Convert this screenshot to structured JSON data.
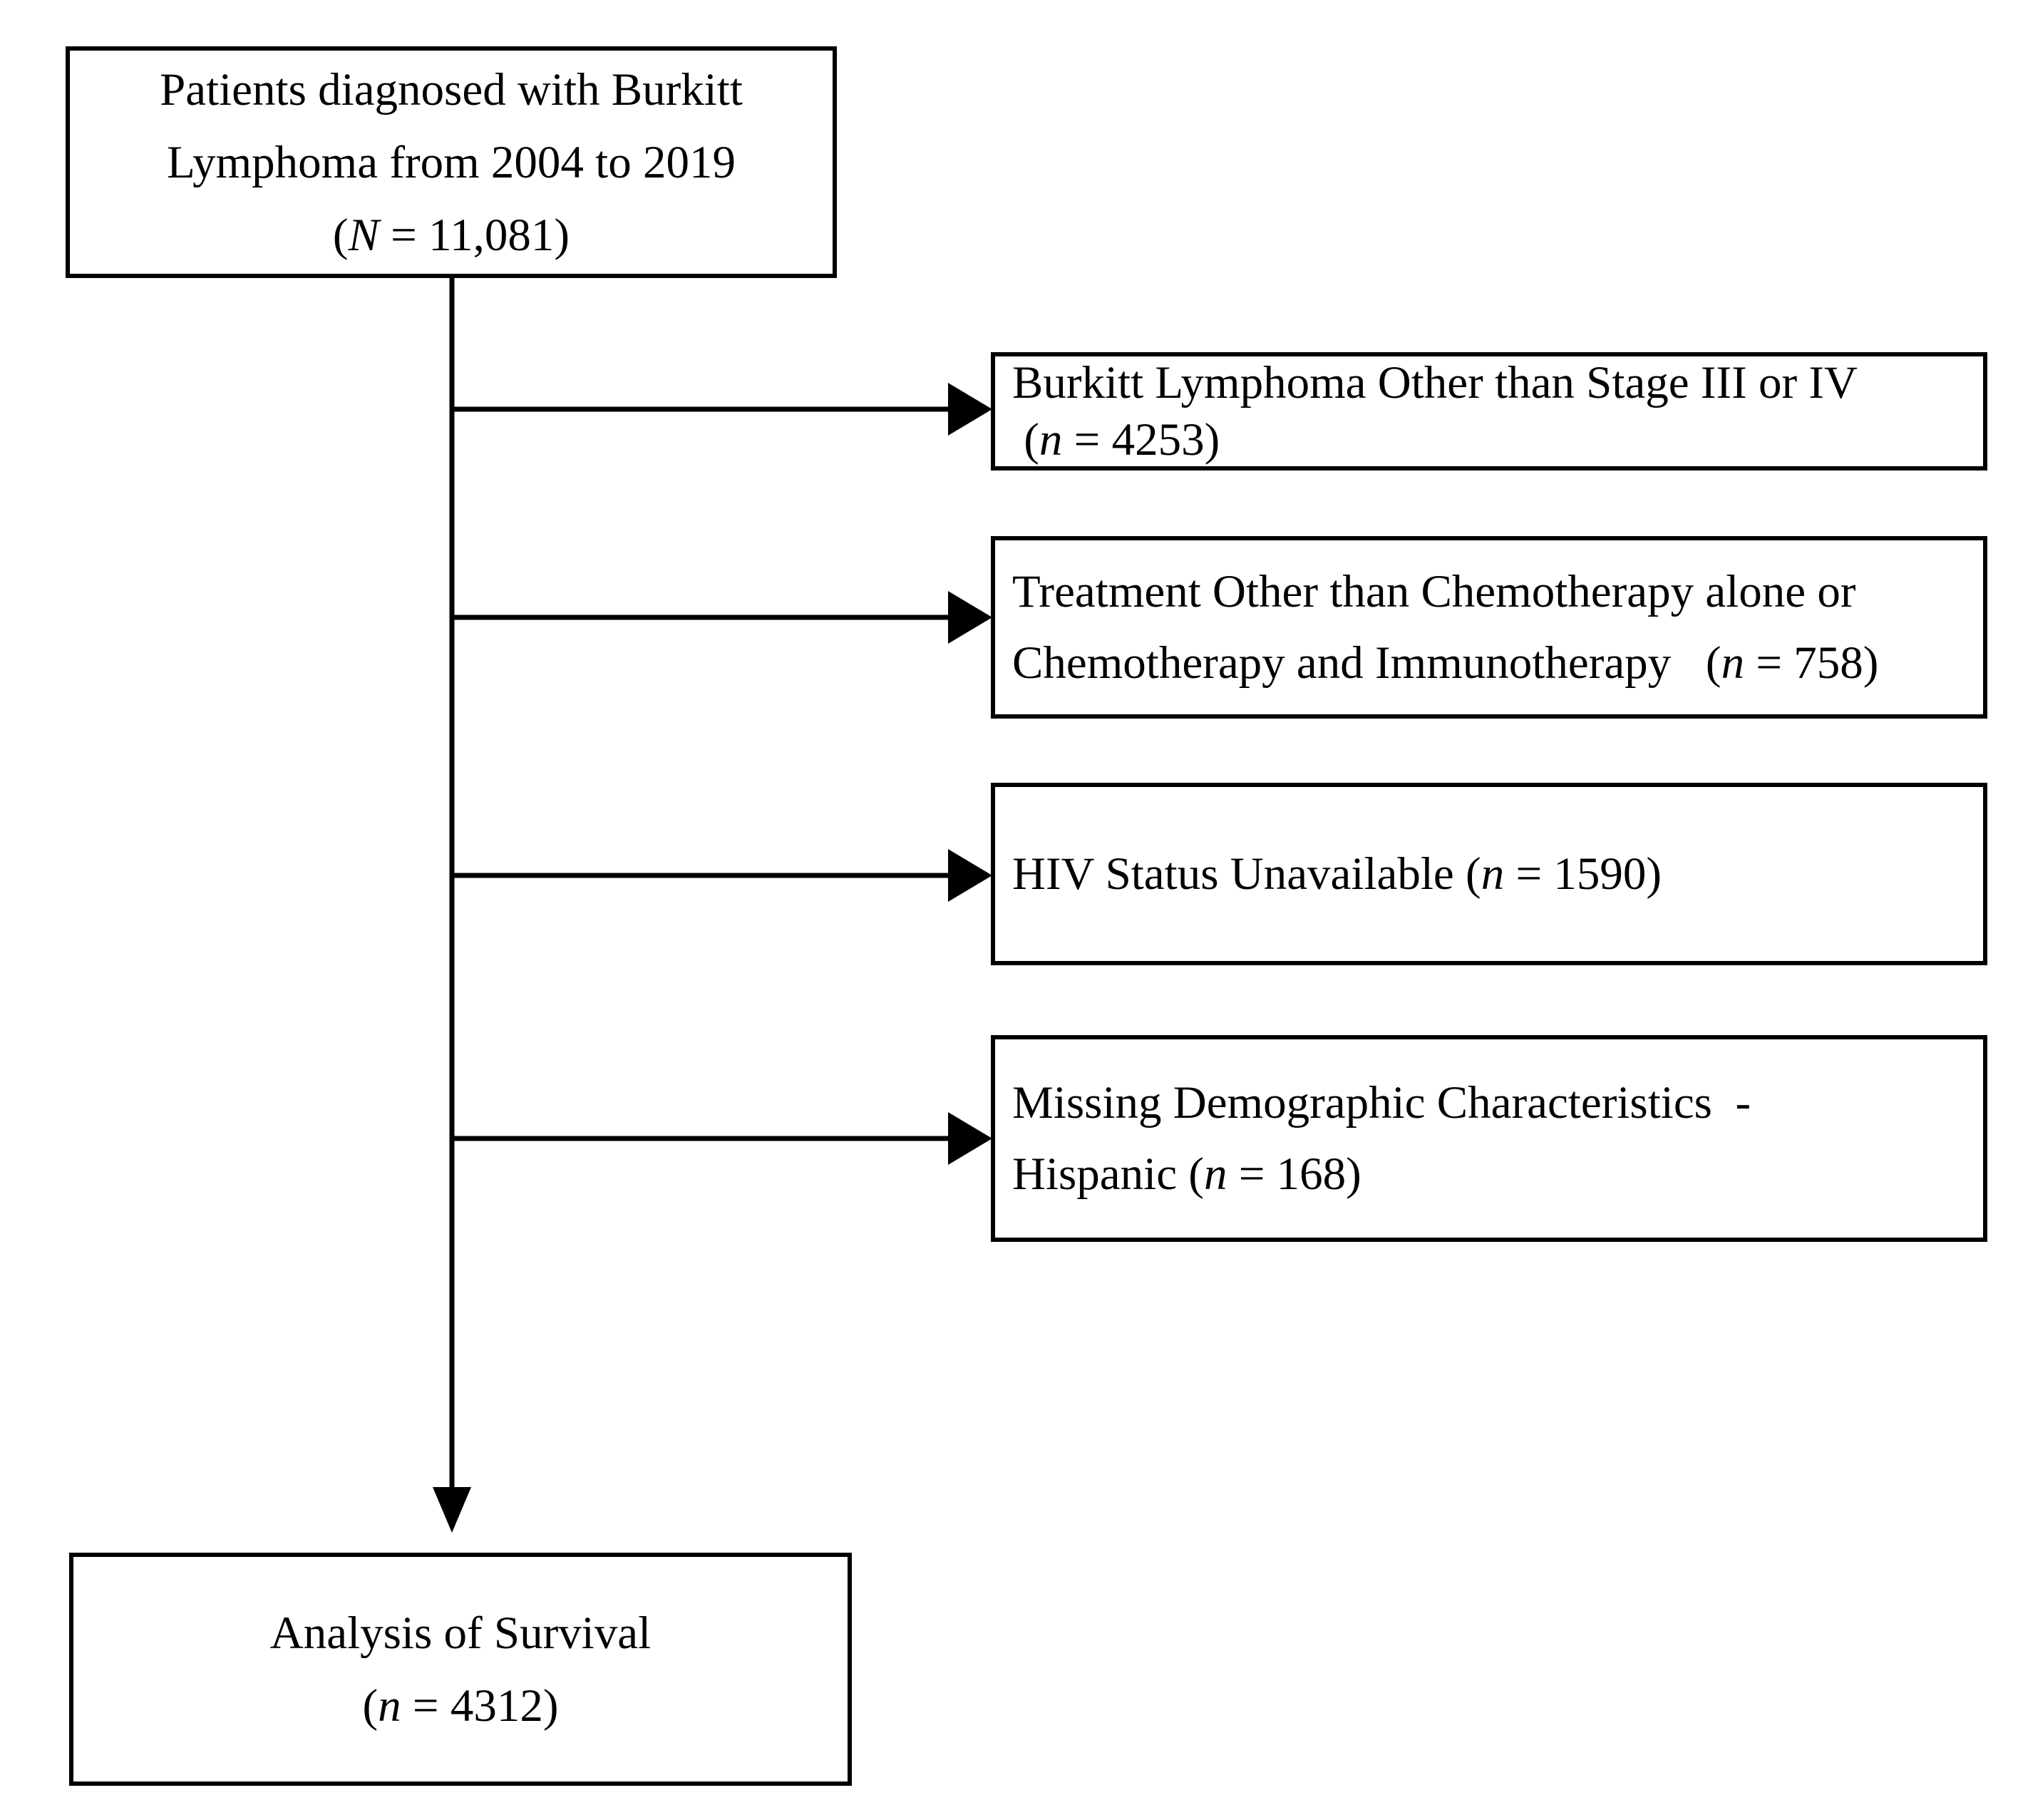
{
  "colors": {
    "ink": "#000000",
    "background": "#ffffff"
  },
  "diagram": {
    "top_box": {
      "lines": [
        [
          {
            "t": "Patients diagnosed with Burkitt"
          }
        ],
        [
          {
            "t": "Lymphoma from 2004 to 2019"
          }
        ],
        [
          {
            "t": "("
          },
          {
            "t": "N",
            "i": true
          },
          {
            "t": " = 11,081)"
          }
        ]
      ]
    },
    "exclusion_boxes": [
      {
        "lines": [
          [
            {
              "t": "Burkitt Lymphoma Other than Stage III or IV"
            }
          ],
          [
            {
              "t": " ("
            },
            {
              "t": "n",
              "i": true
            },
            {
              "t": " = 4253)"
            }
          ]
        ]
      },
      {
        "lines": [
          [
            {
              "t": "Treatment Other than Chemotherapy alone or"
            }
          ],
          [
            {
              "t": "Chemotherapy and Immunotherapy   ("
            },
            {
              "t": "n",
              "i": true
            },
            {
              "t": " = 758)"
            }
          ]
        ]
      },
      {
        "lines": [
          [
            {
              "t": "HIV Status Unavailable ("
            },
            {
              "t": "n",
              "i": true
            },
            {
              "t": " = 1590)"
            }
          ]
        ]
      },
      {
        "lines": [
          [
            {
              "t": "Missing Demographic Characteristics  -"
            }
          ],
          [
            {
              "t": "Hispanic ("
            },
            {
              "t": "n",
              "i": true
            },
            {
              "t": " = 168)"
            }
          ]
        ]
      }
    ],
    "final_box": {
      "lines": [
        [
          {
            "t": "Analysis of Survival"
          }
        ],
        [
          {
            "t": "("
          },
          {
            "t": "n",
            "i": true
          },
          {
            "t": " = 4312)"
          }
        ]
      ]
    }
  }
}
